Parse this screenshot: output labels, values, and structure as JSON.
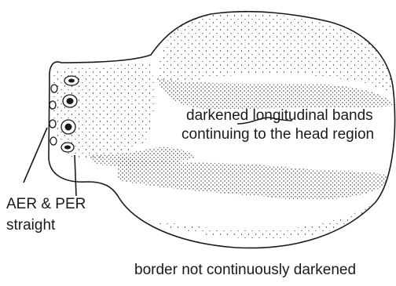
{
  "figure": {
    "annotations": {
      "bands": [
        "darkened longitudinal bands",
        "continuing to the head region"
      ],
      "eyes": [
        "AER & PER",
        "straight"
      ],
      "border": "border not continuously darkened"
    }
  },
  "colors": {
    "ink": "#1a1a1a",
    "background": "#ffffff"
  }
}
